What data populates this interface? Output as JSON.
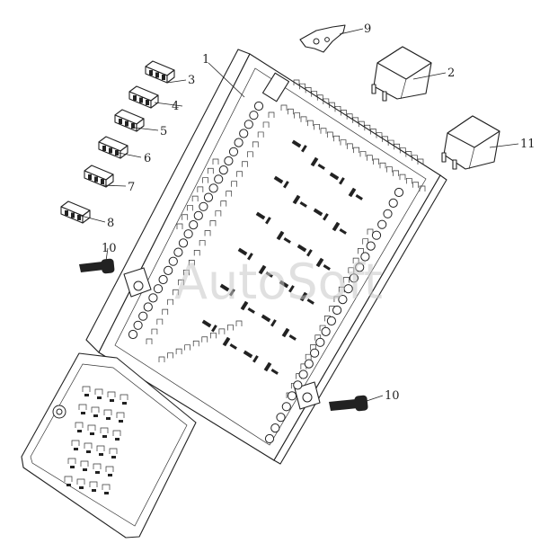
{
  "watermark": "AutoSoft",
  "callouts": [
    {
      "label": "1"
    },
    {
      "label": "2"
    },
    {
      "label": "3"
    },
    {
      "label": "4"
    },
    {
      "label": "5"
    },
    {
      "label": "6"
    },
    {
      "label": "7"
    },
    {
      "label": "8"
    },
    {
      "label": "9"
    },
    {
      "label": "10"
    },
    {
      "label": "10"
    },
    {
      "label": "11"
    }
  ]
}
